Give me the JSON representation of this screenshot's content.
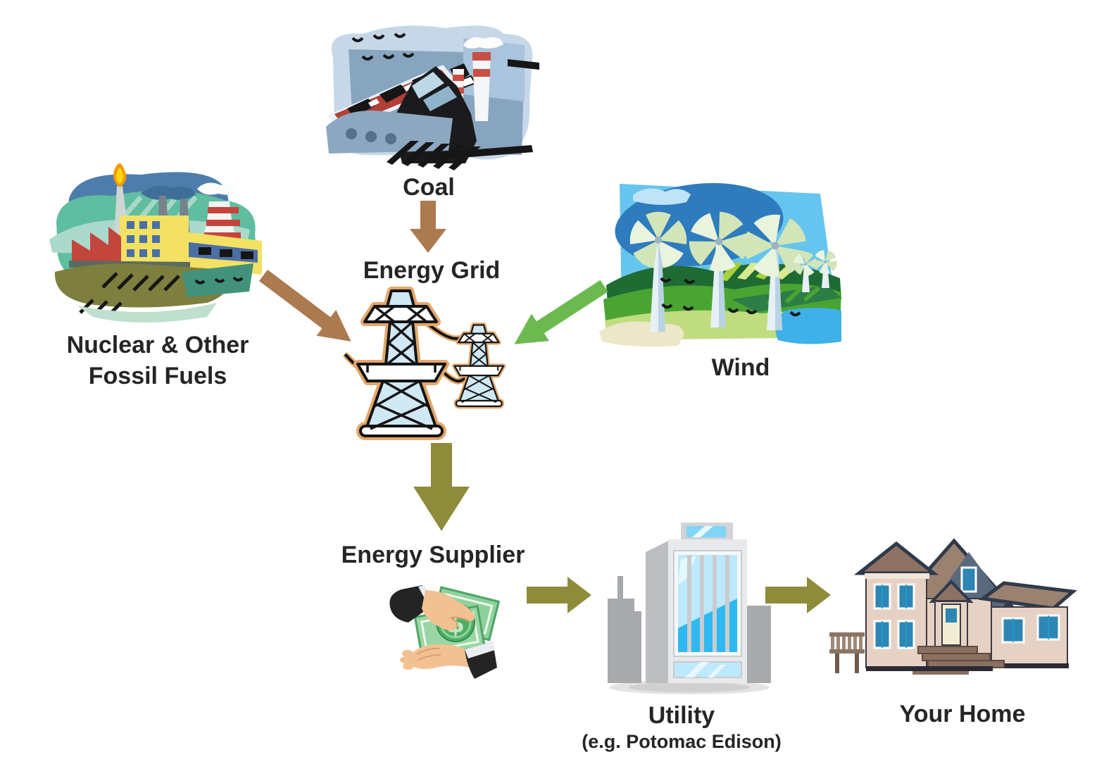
{
  "diagram": {
    "type": "flow-diagram",
    "subject": "Energy sources to the grid, supplier, utility and home",
    "nodes": {
      "coal": {
        "label": "Coal",
        "illustration": "coal-mining-clipart"
      },
      "nuclear": {
        "label_line1": "Nuclear & Other",
        "label_line2": "Fossil Fuels",
        "illustration": "power-plant-clipart"
      },
      "wind": {
        "label": "Wind",
        "illustration": "wind-turbines-clipart"
      },
      "energy_grid": {
        "label": "Energy Grid",
        "illustration": "transmission-towers-clipart"
      },
      "energy_supplier": {
        "label": "Energy Supplier",
        "currency_symbol": "$",
        "illustration": "hands-exchanging-money-clipart"
      },
      "utility": {
        "label": "Utility",
        "sublabel": "(e.g. Potomac Edison)",
        "illustration": "office-building-clipart"
      },
      "your_home": {
        "label": "Your Home",
        "illustration": "house-clipart"
      }
    },
    "edges": [
      {
        "from": "Coal",
        "to": "Energy Grid",
        "direction": "down",
        "color": "#b0804f"
      },
      {
        "from": "Nuclear & Other Fossil Fuels",
        "to": "Energy Grid",
        "direction": "down-right",
        "color": "#ab7a4e"
      },
      {
        "from": "Wind",
        "to": "Energy Grid",
        "direction": "down-left",
        "color": "#6cb94f"
      },
      {
        "from": "Energy Grid",
        "to": "Energy Supplier",
        "direction": "down",
        "color": "#8e8c3a"
      },
      {
        "from": "Energy Supplier",
        "to": "Utility",
        "direction": "right",
        "color": "#8e8c3a"
      },
      {
        "from": "Utility",
        "to": "Your Home",
        "direction": "right",
        "color": "#8e8c3a"
      }
    ],
    "colors": {
      "background": "#ffffff",
      "label_text": "#272425",
      "arrow_brown": "#ab7a4e",
      "arrow_green": "#6cb94f",
      "arrow_olive": "#8e8c3a"
    }
  }
}
